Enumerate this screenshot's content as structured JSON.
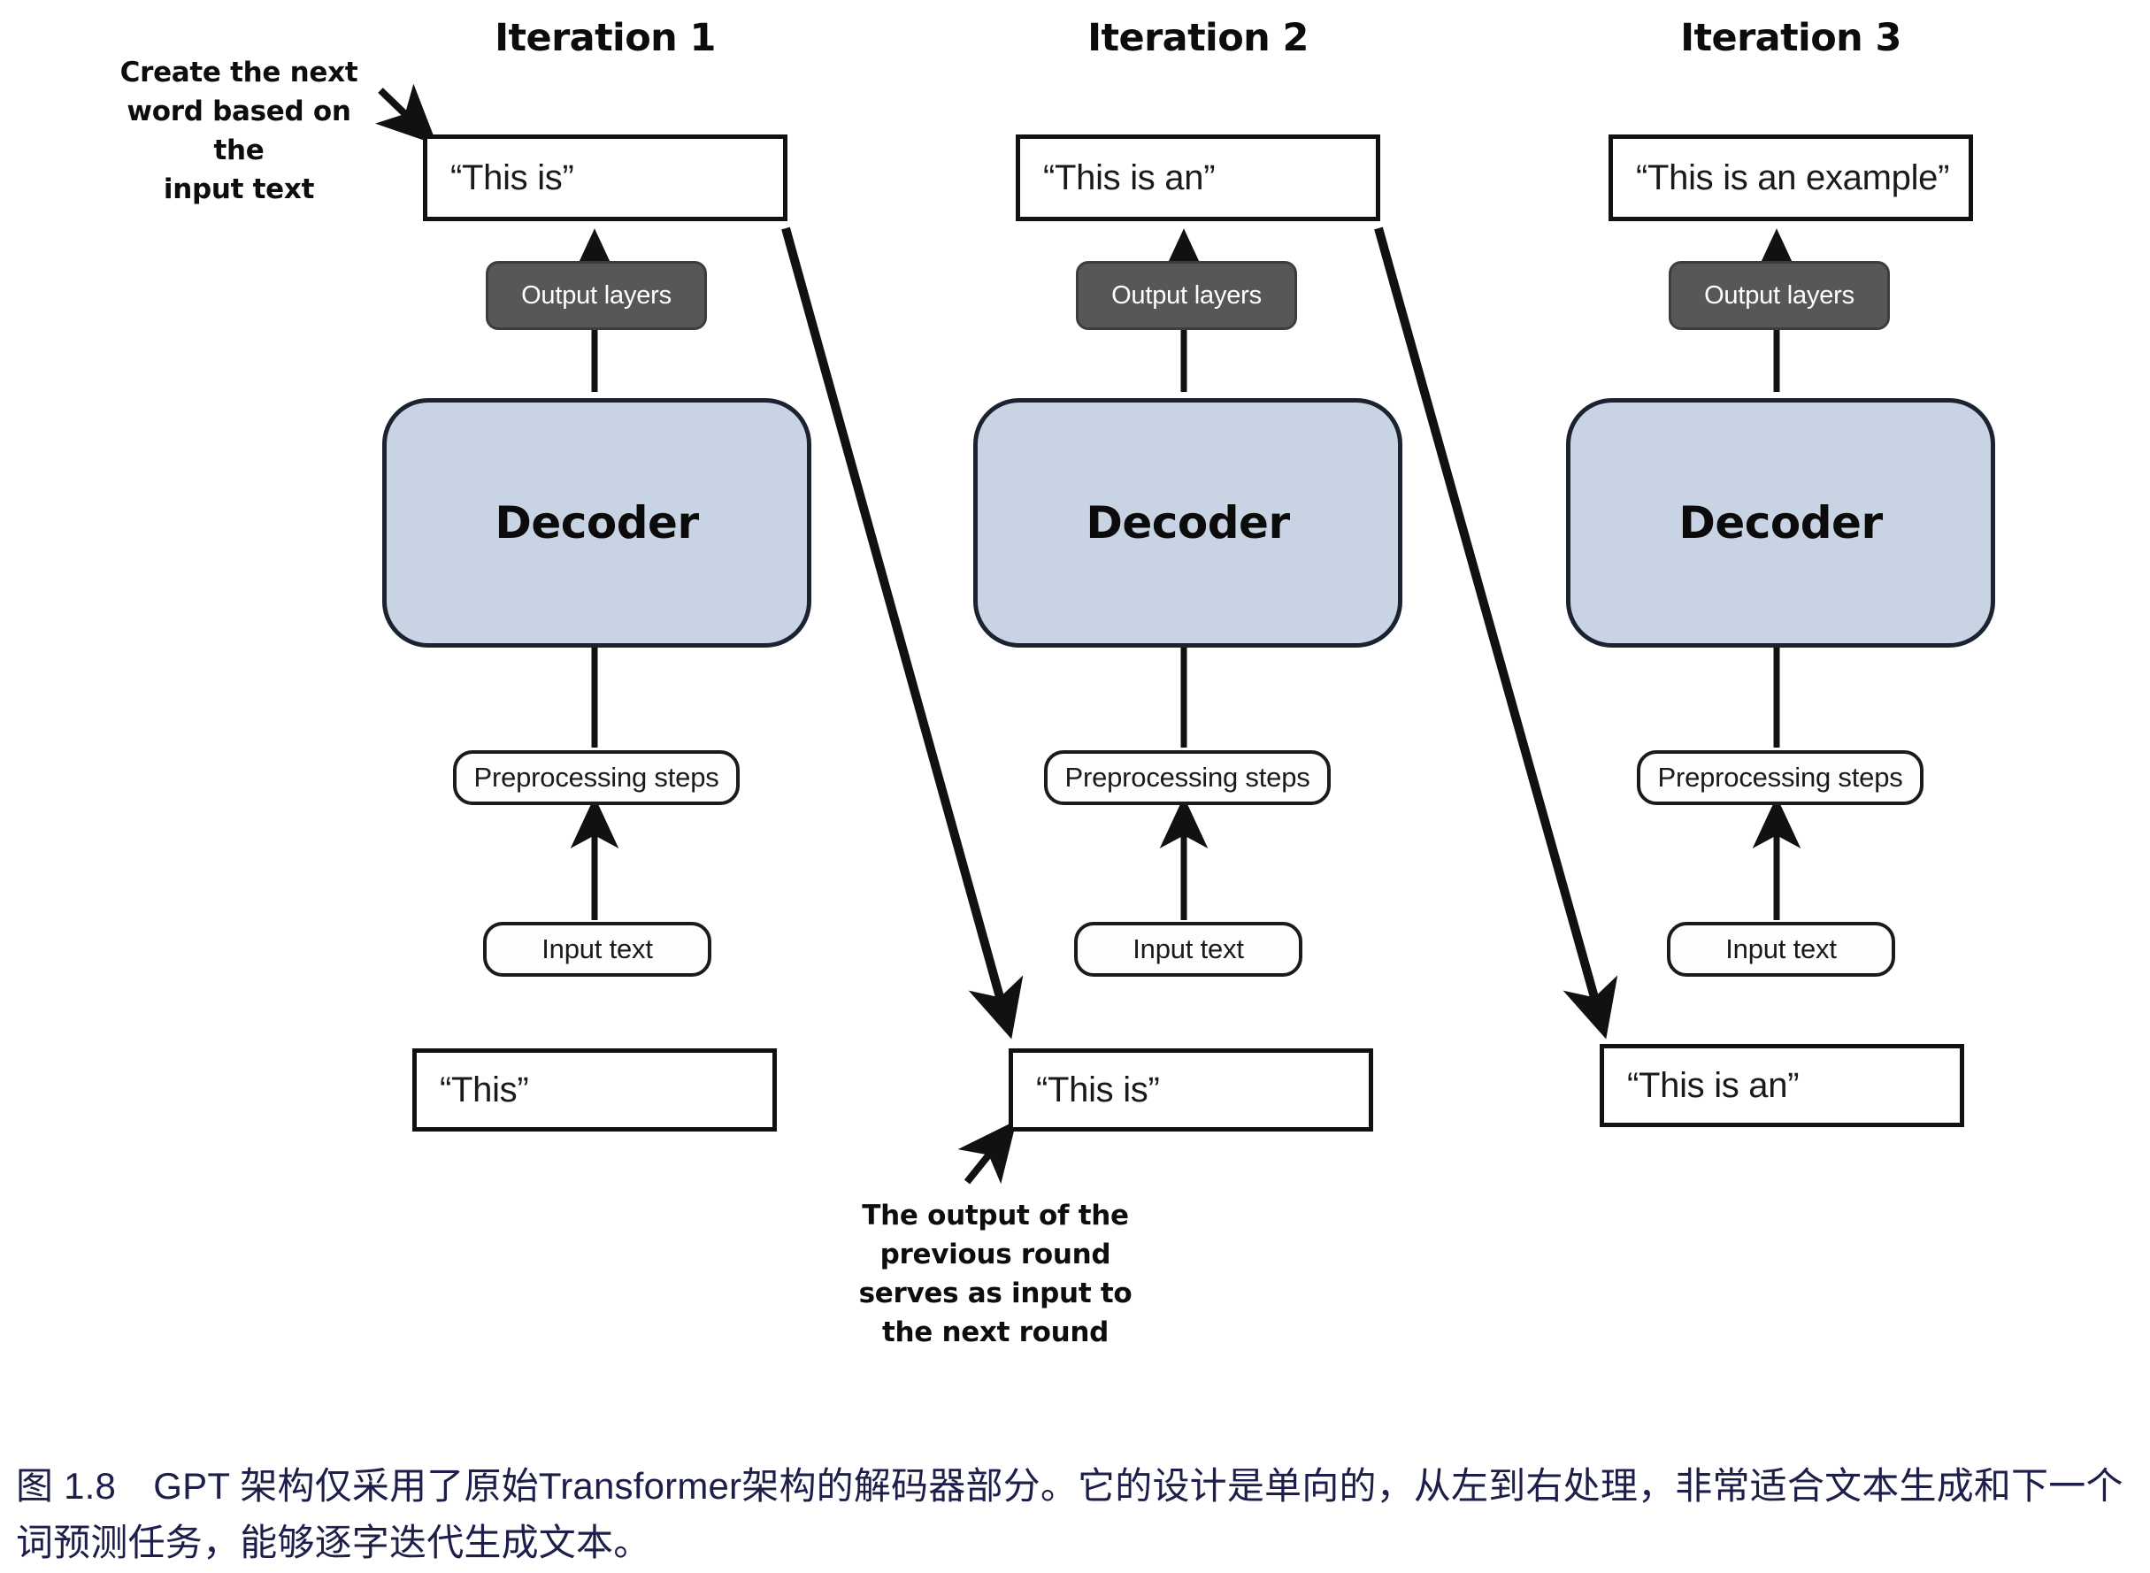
{
  "figure": {
    "columns": [
      {
        "title": "Iteration 1",
        "top_box": "“This is”",
        "output_layers": "Output layers",
        "decoder": "Decoder",
        "preprocessing": "Preprocessing steps",
        "input_text": "Input text",
        "bottom_box": "“This”"
      },
      {
        "title": "Iteration 2",
        "top_box": "“This is an”",
        "output_layers": "Output layers",
        "decoder": "Decoder",
        "preprocessing": "Preprocessing steps",
        "input_text": "Input text",
        "bottom_box": "“This is”"
      },
      {
        "title": "Iteration 3",
        "top_box": "“This is an example”",
        "output_layers": "Output layers",
        "decoder": "Decoder",
        "preprocessing": "Preprocessing steps",
        "input_text": "Input text",
        "bottom_box": "“This is an”"
      }
    ],
    "annotations": {
      "top_left": "Create the next\nword based on the\ninput text",
      "bottom_middle": "The output of the\nprevious round\nserves as input to\nthe next round"
    },
    "caption": "图 1.8 GPT 架构仅采用了原始Transformer架构的解码器部分。它的设计是单向的，从左到右处理，非常适合文本生成和下一个词预测任务，能够逐字迭代生成文本。",
    "colors": {
      "decoder_fill": "#c8d3e3",
      "output_layers_fill": "#575757",
      "stroke": "#111111",
      "caption_color": "#1d1f4a"
    }
  }
}
